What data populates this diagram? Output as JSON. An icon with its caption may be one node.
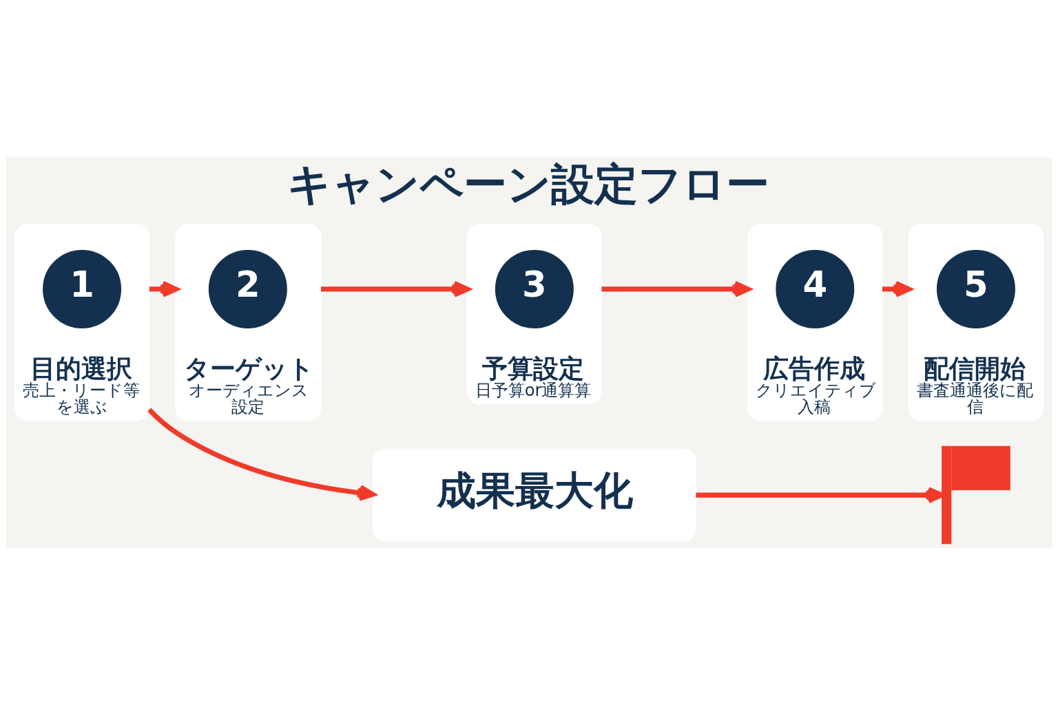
{
  "diagram": {
    "title": "キャンペーン設定フロー",
    "nodes": [
      {
        "text": [
          "目的選択",
          "売上・リード等を選ぶ"
        ]
      },
      {
        "text": [
          "1"
        ],
        "in": 0
      },
      {
        "text": [
          "ターゲット",
          "オーディエンス設定"
        ]
      },
      {
        "text": [
          "2"
        ],
        "in": 2
      },
      {
        "text": [
          "予算設定",
          "日予算or通算算"
        ]
      },
      {
        "text": [
          "3"
        ],
        "in": 4
      },
      {
        "text": [
          "広告作成",
          "クリエイティブ入稿"
        ]
      },
      {
        "text": [
          "4"
        ],
        "in": 6
      },
      {
        "text": [
          "配信開始",
          "書査通通後に配信"
        ]
      },
      {
        "text": [
          "5"
        ],
        "in": 8
      },
      {
        "text": [
          "成果最大化"
        ]
      },
      {
        "text": [],
        "shape": "flag"
      }
    ],
    "edges": [
      {
        "from": 0,
        "to": 2,
        "arrow": "to"
      },
      {
        "from": 2,
        "to": 4,
        "arrow": "to"
      },
      {
        "from": 4,
        "to": 6,
        "arrow": "to"
      },
      {
        "from": 6,
        "to": 8,
        "arrow": "to"
      },
      {
        "from": 0,
        "to": 10,
        "arrow": "to"
      },
      {
        "from": 10,
        "to": 11,
        "arrow": "to"
      }
    ]
  }
}
